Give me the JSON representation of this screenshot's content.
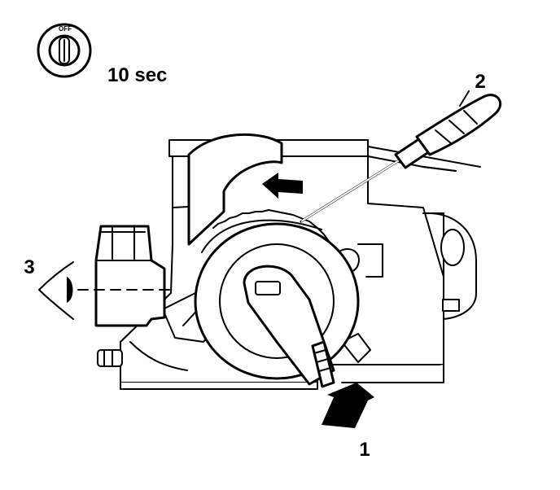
{
  "ignition_key": {
    "icon": "ignition-key-off-icon",
    "position_text": "OFF"
  },
  "duration": {
    "text": "10 sec"
  },
  "callouts": [
    {
      "id": "callout-1",
      "text": "1"
    },
    {
      "id": "callout-2",
      "text": "2"
    },
    {
      "id": "callout-3",
      "text": "3"
    }
  ],
  "colors": {
    "ink": "#000000",
    "paper": "#ffffff"
  }
}
